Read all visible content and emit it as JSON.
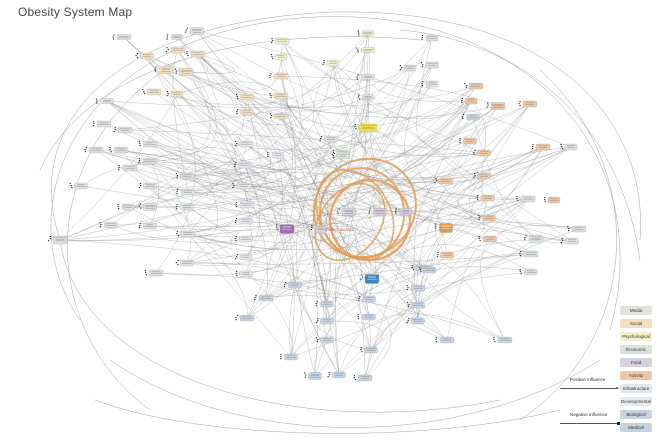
{
  "title": "Obesity System Map",
  "legend": {
    "categories": [
      {
        "key": "media",
        "label": "Media",
        "color": "#e3e3de"
      },
      {
        "key": "social",
        "label": "Social",
        "color": "#f3dfbf"
      },
      {
        "key": "psychological",
        "label": "Psychological",
        "color": "#f1f0c9"
      },
      {
        "key": "economic",
        "label": "Economic",
        "color": "#d9e3d9"
      },
      {
        "key": "food",
        "label": "Food",
        "color": "#d6d0e1"
      },
      {
        "key": "activity",
        "label": "Activity",
        "color": "#efc7a6"
      },
      {
        "key": "infrastructure",
        "label": "Infrastructure",
        "color": "#e2e6ec"
      },
      {
        "key": "developmental",
        "label": "Developmental",
        "color": "#e8ebef"
      },
      {
        "key": "biological",
        "label": "Biological",
        "color": "#c6d4e6"
      },
      {
        "key": "medical",
        "label": "Medical",
        "color": "#c9d2dd"
      }
    ],
    "positive_influence": "Positive Influence",
    "negative_influence": "Negative Influence"
  },
  "center": {
    "label": "ENERGY BALANCE",
    "color": "#d34a4a"
  },
  "colors": {
    "line": "#8a8a8a",
    "loop": "#e19c55",
    "node_border": "#9a9a9a",
    "key_psych": "#f1e24a",
    "key_food": "#9a6fb0",
    "key_bio": "#3b88c4",
    "key_activity": "#e09a4e"
  }
}
